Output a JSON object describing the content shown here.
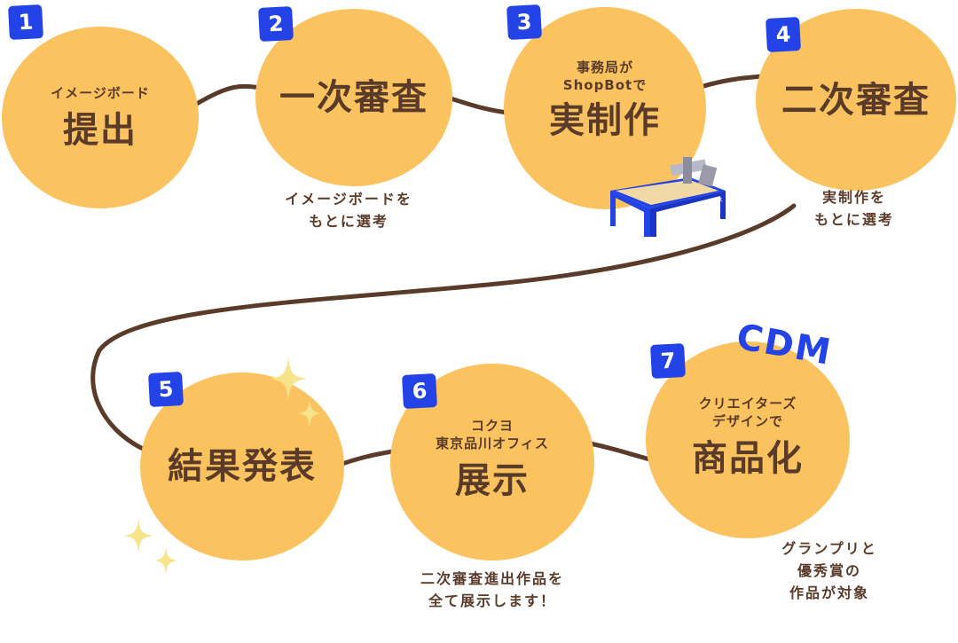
{
  "steps": [
    {
      "num": "1",
      "sub1": "イメージボード",
      "sub2": "",
      "title": "提出",
      "note1": "",
      "note2": "",
      "note3": ""
    },
    {
      "num": "2",
      "sub1": "",
      "sub2": "",
      "title": "一次審査",
      "note1": "イメージボードを",
      "note2": "もとに選考",
      "note3": ""
    },
    {
      "num": "3",
      "sub1": "事務局が",
      "sub2": "ShopBotで",
      "title": "実制作",
      "note1": "",
      "note2": "",
      "note3": ""
    },
    {
      "num": "4",
      "sub1": "",
      "sub2": "",
      "title": "二次審査",
      "note1": "実制作を",
      "note2": "もとに選考",
      "note3": ""
    },
    {
      "num": "5",
      "sub1": "",
      "sub2": "",
      "title": "結果発表",
      "note1": "",
      "note2": "",
      "note3": ""
    },
    {
      "num": "6",
      "sub1": "コクヨ",
      "sub2": "東京品川オフィス",
      "title": "展示",
      "note1": "二次審査進出作品を",
      "note2": "全て展示します！",
      "note3": ""
    },
    {
      "num": "7",
      "sub1": "クリエイターズ",
      "sub2": "デザインで",
      "title": "商品化",
      "note1": "グランプリと",
      "note2": "優秀賞の",
      "note3": "作品が対象"
    }
  ],
  "logo_text": "CDM",
  "machine_brand": "ShopBot",
  "colors": {
    "circle": "#fbc35f",
    "badge": "#2343e6",
    "text": "#5a3b2a",
    "line": "#5a3b2a",
    "sparkle": "#f7e38a"
  }
}
